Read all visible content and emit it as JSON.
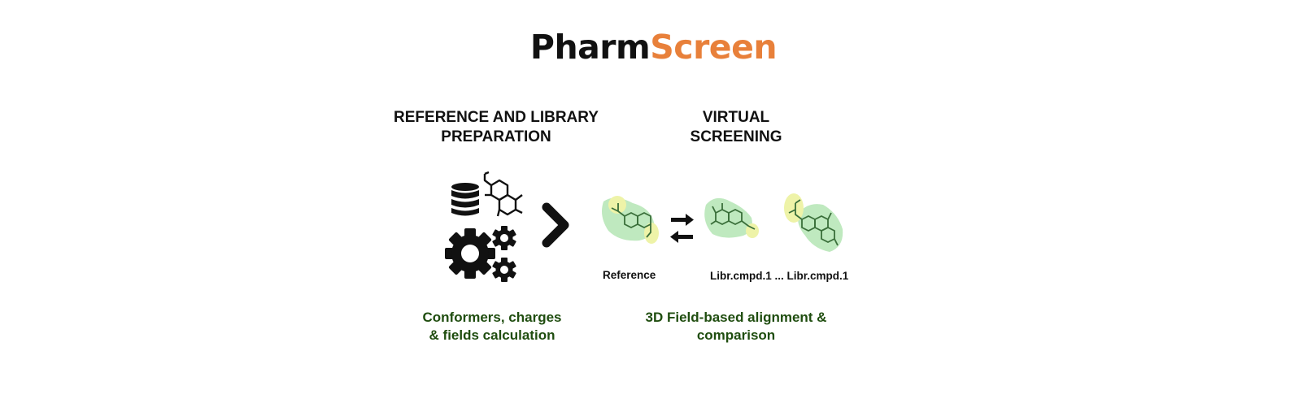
{
  "title": {
    "part1": "Pharm",
    "part2": "Screen",
    "accent_color": "#e8803a"
  },
  "steps": [
    {
      "heading": "REFERENCE AND LIBRARY\nPREPARATION",
      "caption": "Conformers, charges\n& fields calculation",
      "icons": [
        "database-icon",
        "molecule-icon",
        "gears-icon"
      ]
    },
    {
      "heading": "VIRTUAL\nSCREENING",
      "caption": "3D Field-based alignment &\ncomparison",
      "icons": [
        "swap-arrows-icon",
        "molecule-field-icon"
      ]
    }
  ],
  "molecules": {
    "reference_label": "Reference",
    "library_label": "Libr.cmpd.1 ... Libr.cmpd.1"
  },
  "colors": {
    "caption": "#1f4d0f",
    "field_green": "#bfe9bf",
    "field_yellow": "#eef3a8",
    "bond": "#3a6f3a"
  }
}
